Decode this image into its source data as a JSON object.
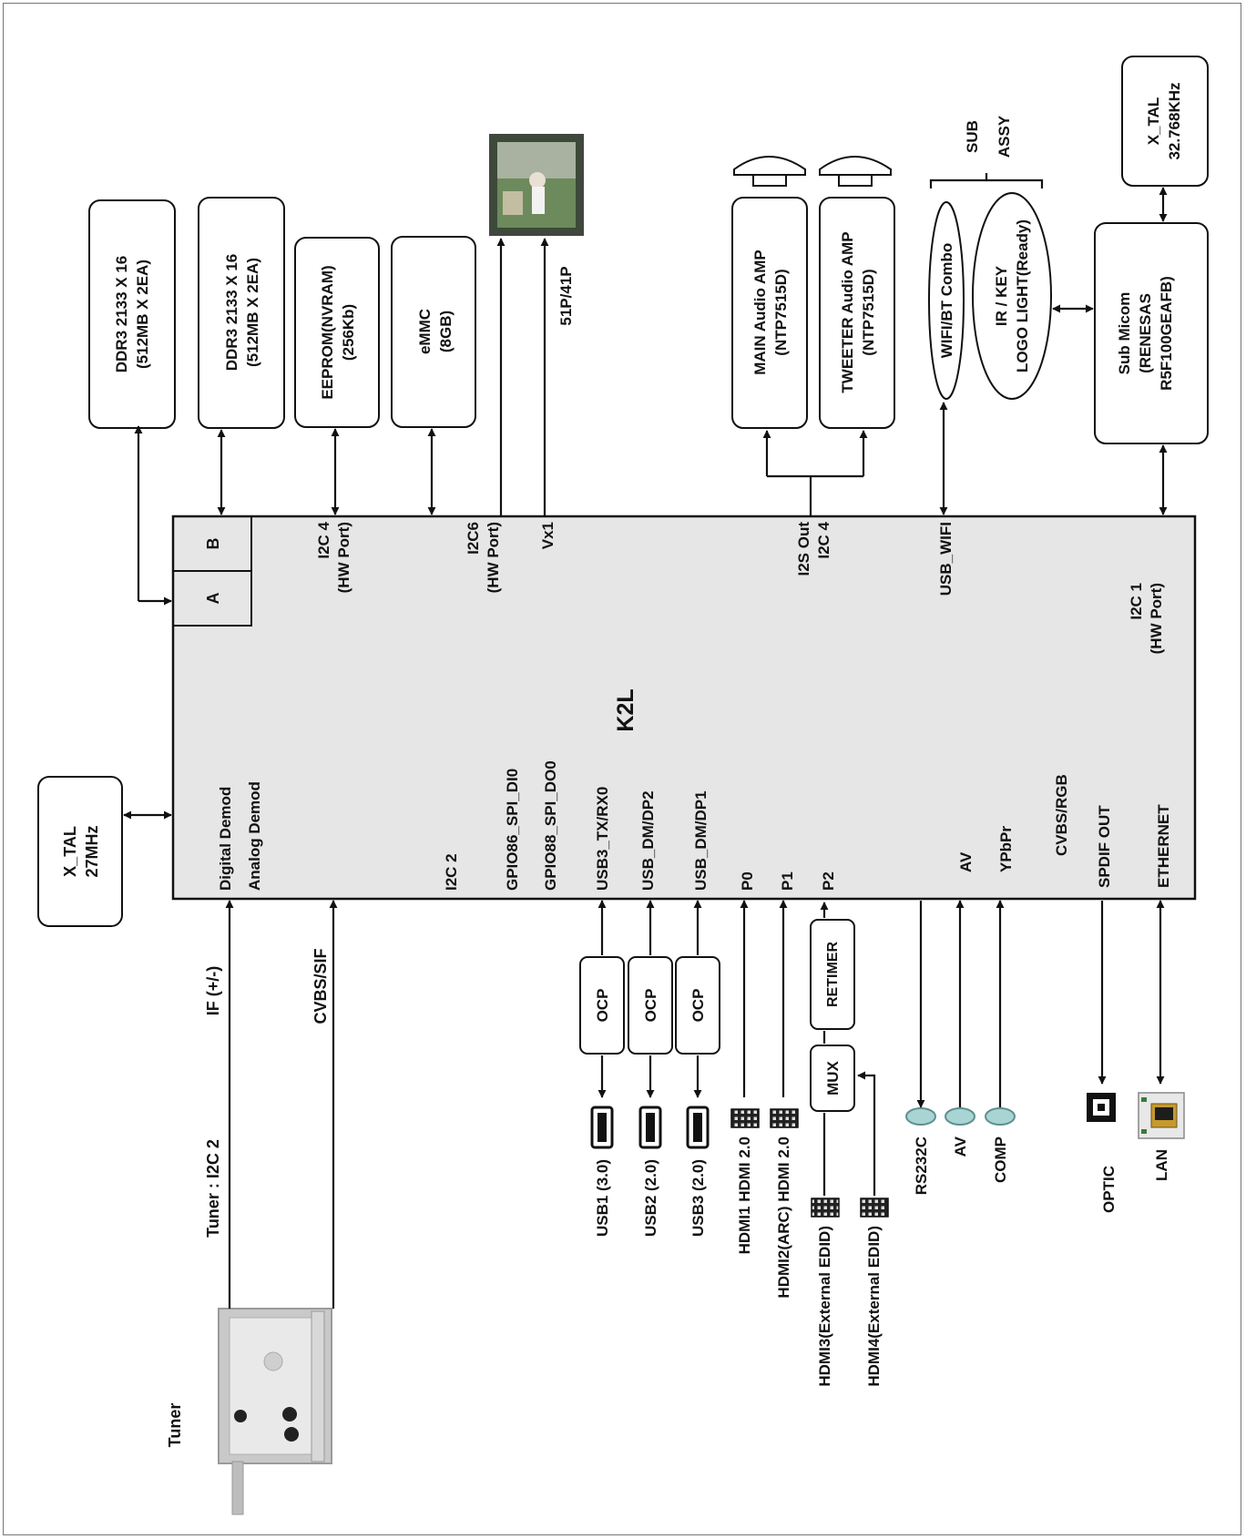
{
  "title": "",
  "soc": {
    "name": "K2L",
    "fill_color": "#e6e6e6",
    "ddr_channels": [
      "A",
      "B"
    ],
    "top_ports": [
      "I2C 4",
      "(HW Port)",
      "I2C6",
      "(HW Port)",
      "Vx1",
      "I2S Out",
      "I2C 4",
      "USB_WIFI",
      "I2C 1",
      "(HW Port)"
    ],
    "left_ports": [
      "Digital Demod",
      "Analog Demod"
    ],
    "bottom_ports": [
      "I2C 2",
      "GPIO86_SPI_DI0",
      "GPIO88_SPI_DO0",
      "USB3_TX/RX0",
      "USB_DM/DP2",
      "USB_DM/DP1",
      "P0",
      "P1",
      "P2",
      "AV",
      "YPbPr",
      "CVBS/RGB",
      "SPDIF OUT",
      "ETHERNET"
    ]
  },
  "top_blocks": {
    "ddr1": [
      "DDR3  2133 X 16",
      "(512MB X 2EA)"
    ],
    "ddr2": [
      "DDR3  2133 X 16",
      "(512MB X 2EA)"
    ],
    "eeprom": [
      "EEPROM(NVRAM)",
      "(256Kb)"
    ],
    "emmc": [
      "eMMC",
      "(8GB)"
    ],
    "panel_link": "51P/41P",
    "main_amp": [
      "MAIN Audio AMP",
      "(NTP7515D)"
    ],
    "tweeter_amp": [
      "TWEETER Audio AMP",
      "(NTP7515D)"
    ],
    "wifi": "WIFI/BT Combo",
    "ir_key": [
      "IR / KEY",
      "LOGO LIGHT(Ready)"
    ],
    "sub_assy": [
      "SUB",
      "ASSY"
    ],
    "sub_micom": [
      "Sub Micom",
      "(RENESAS",
      "R5F100GEAFB)"
    ],
    "xtal_sub": [
      "X_TAL",
      "32.768KHz"
    ]
  },
  "left_blocks": {
    "xtal_main": [
      "X_TAL",
      "27MHz"
    ],
    "tuner": "Tuner",
    "tuner_bus": "Tuner : I2C 2",
    "if_signal": "IF (+/-)",
    "cvbs_sif": "CVBS/SIF"
  },
  "bottom_blocks": {
    "ocp_label": "OCP",
    "retimer": "RETIMER",
    "mux": "MUX",
    "usb_ports": [
      "USB1 (3.0)",
      "USB2 (2.0)",
      "USB3 (2.0)"
    ],
    "hdmi_ports": [
      "HDMI1 HDMI 2.0",
      "HDMI2(ARC) HDMI 2.0",
      "HDMI3(External EDID)",
      "HDMI4(External EDID)"
    ],
    "rs232c": "RS232C",
    "av": "AV",
    "comp": "COMP",
    "optic": "OPTIC",
    "lan": "LAN",
    "jack_color": "#a8d4d4"
  }
}
